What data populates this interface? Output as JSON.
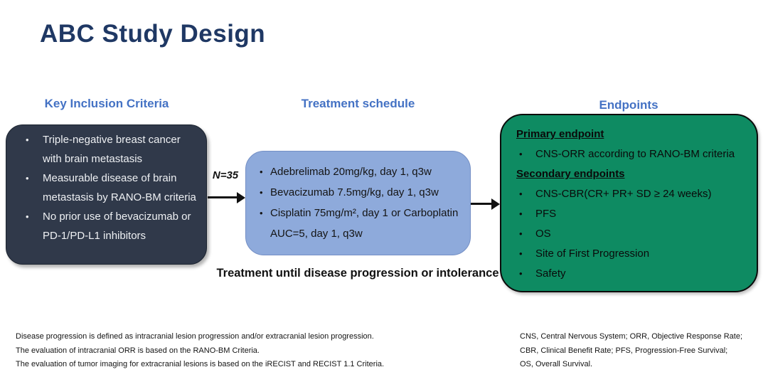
{
  "slide": {
    "title": "ABC Study Design"
  },
  "inclusion": {
    "heading": "Key Inclusion Criteria",
    "bullets": [
      "Triple-negative breast cancer with brain metastasis",
      "Measurable disease of brain metastasis by RANO-BM criteria",
      "No prior use of bevacizumab or PD-1/PD-L1 inhibitors"
    ]
  },
  "treatment": {
    "heading": "Treatment schedule",
    "n_label": "N=35",
    "bullets": [
      "Adebrelimab 20mg/kg, day 1, q3w",
      "Bevacizumab 7.5mg/kg, day 1, q3w",
      "Cisplatin 75mg/m², day 1 or Carboplatin AUC=5, day 1, q3w"
    ],
    "caption": "Treatment until disease progression or intolerance"
  },
  "endpoints": {
    "heading": "Endpoints",
    "primary_label": "Primary endpoint",
    "primary_bullets": [
      "CNS-ORR according to RANO-BM criteria"
    ],
    "secondary_label": "Secondary endpoints",
    "secondary_bullets": [
      "CNS-CBR(CR+ PR+ SD ≥ 24 weeks)",
      "PFS",
      "OS",
      "Site of First Progression",
      "Safety"
    ]
  },
  "footnotes": {
    "left": [
      "Disease progression is defined as intracranial lesion progression  and/or extracranial lesion progression.",
      "The evaluation of intracranial ORR is based on the RANO-BM Criteria.",
      "The evaluation of tumor imaging for extracranial lesions is based on the iRECIST and RECIST 1.1 Criteria."
    ],
    "right": [
      "CNS, Central Nervous System;  ORR, Objective Response Rate;",
      "CBR, Clinical Benefit Rate; PFS, Progression-Free Survival;",
      "OS, Overall Survival."
    ]
  },
  "colors": {
    "title_navy": "#1F3864",
    "heading_blue": "#4472C4",
    "inclusion_box_bg": "#30394A",
    "treatment_box_bg": "#8EAADB",
    "endpoints_box_bg": "#0E8B62",
    "arrow_black": "#111111"
  }
}
